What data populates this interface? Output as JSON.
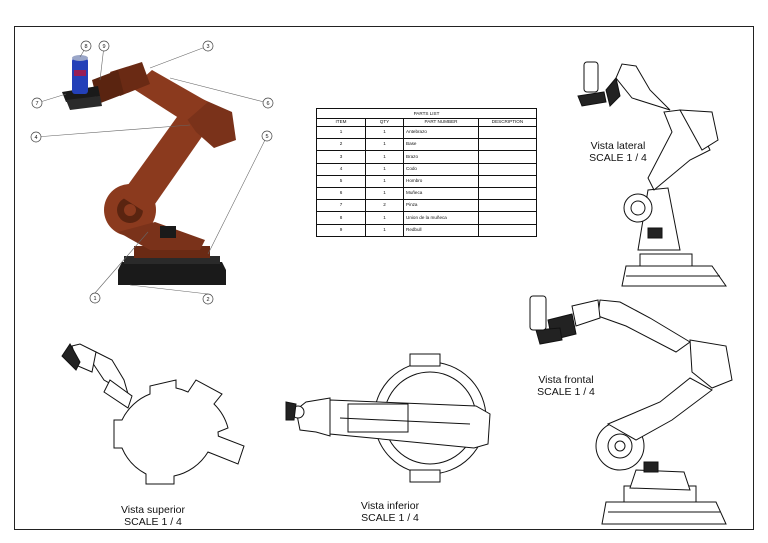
{
  "parts_list": {
    "title": "PARTS LIST",
    "headers": [
      "ITEM",
      "QTY",
      "PART NUMBER",
      "DESCRIPTION"
    ],
    "rows": [
      [
        "1",
        "1",
        "Antebrazo",
        ""
      ],
      [
        "2",
        "1",
        "Base",
        ""
      ],
      [
        "3",
        "1",
        "Brazo",
        ""
      ],
      [
        "4",
        "1",
        "Codo",
        ""
      ],
      [
        "5",
        "1",
        "Hombro",
        ""
      ],
      [
        "6",
        "1",
        "Muñeca",
        ""
      ],
      [
        "7",
        "2",
        "Pinza",
        ""
      ],
      [
        "8",
        "1",
        "Union de la muñeca",
        ""
      ],
      [
        "9",
        "1",
        "Redbull",
        ""
      ]
    ]
  },
  "views": {
    "lateral": {
      "name": "Vista lateral",
      "scale": "SCALE 1 / 4"
    },
    "frontal": {
      "name": "Vista frontal",
      "scale": "SCALE 1 / 4"
    },
    "superior": {
      "name": "Vista superior",
      "scale": "SCALE 1 / 4"
    },
    "inferior": {
      "name": "Vista inferior",
      "scale": "SCALE 1 / 4"
    }
  },
  "balloons": [
    "1",
    "2",
    "3",
    "4",
    "5",
    "6",
    "7",
    "8",
    "9"
  ],
  "colors": {
    "robot_body": "#8b3a1e",
    "robot_shadow": "#5a2410",
    "can": "#2340b8",
    "base": "#1a1a1a",
    "line": "#111111"
  }
}
